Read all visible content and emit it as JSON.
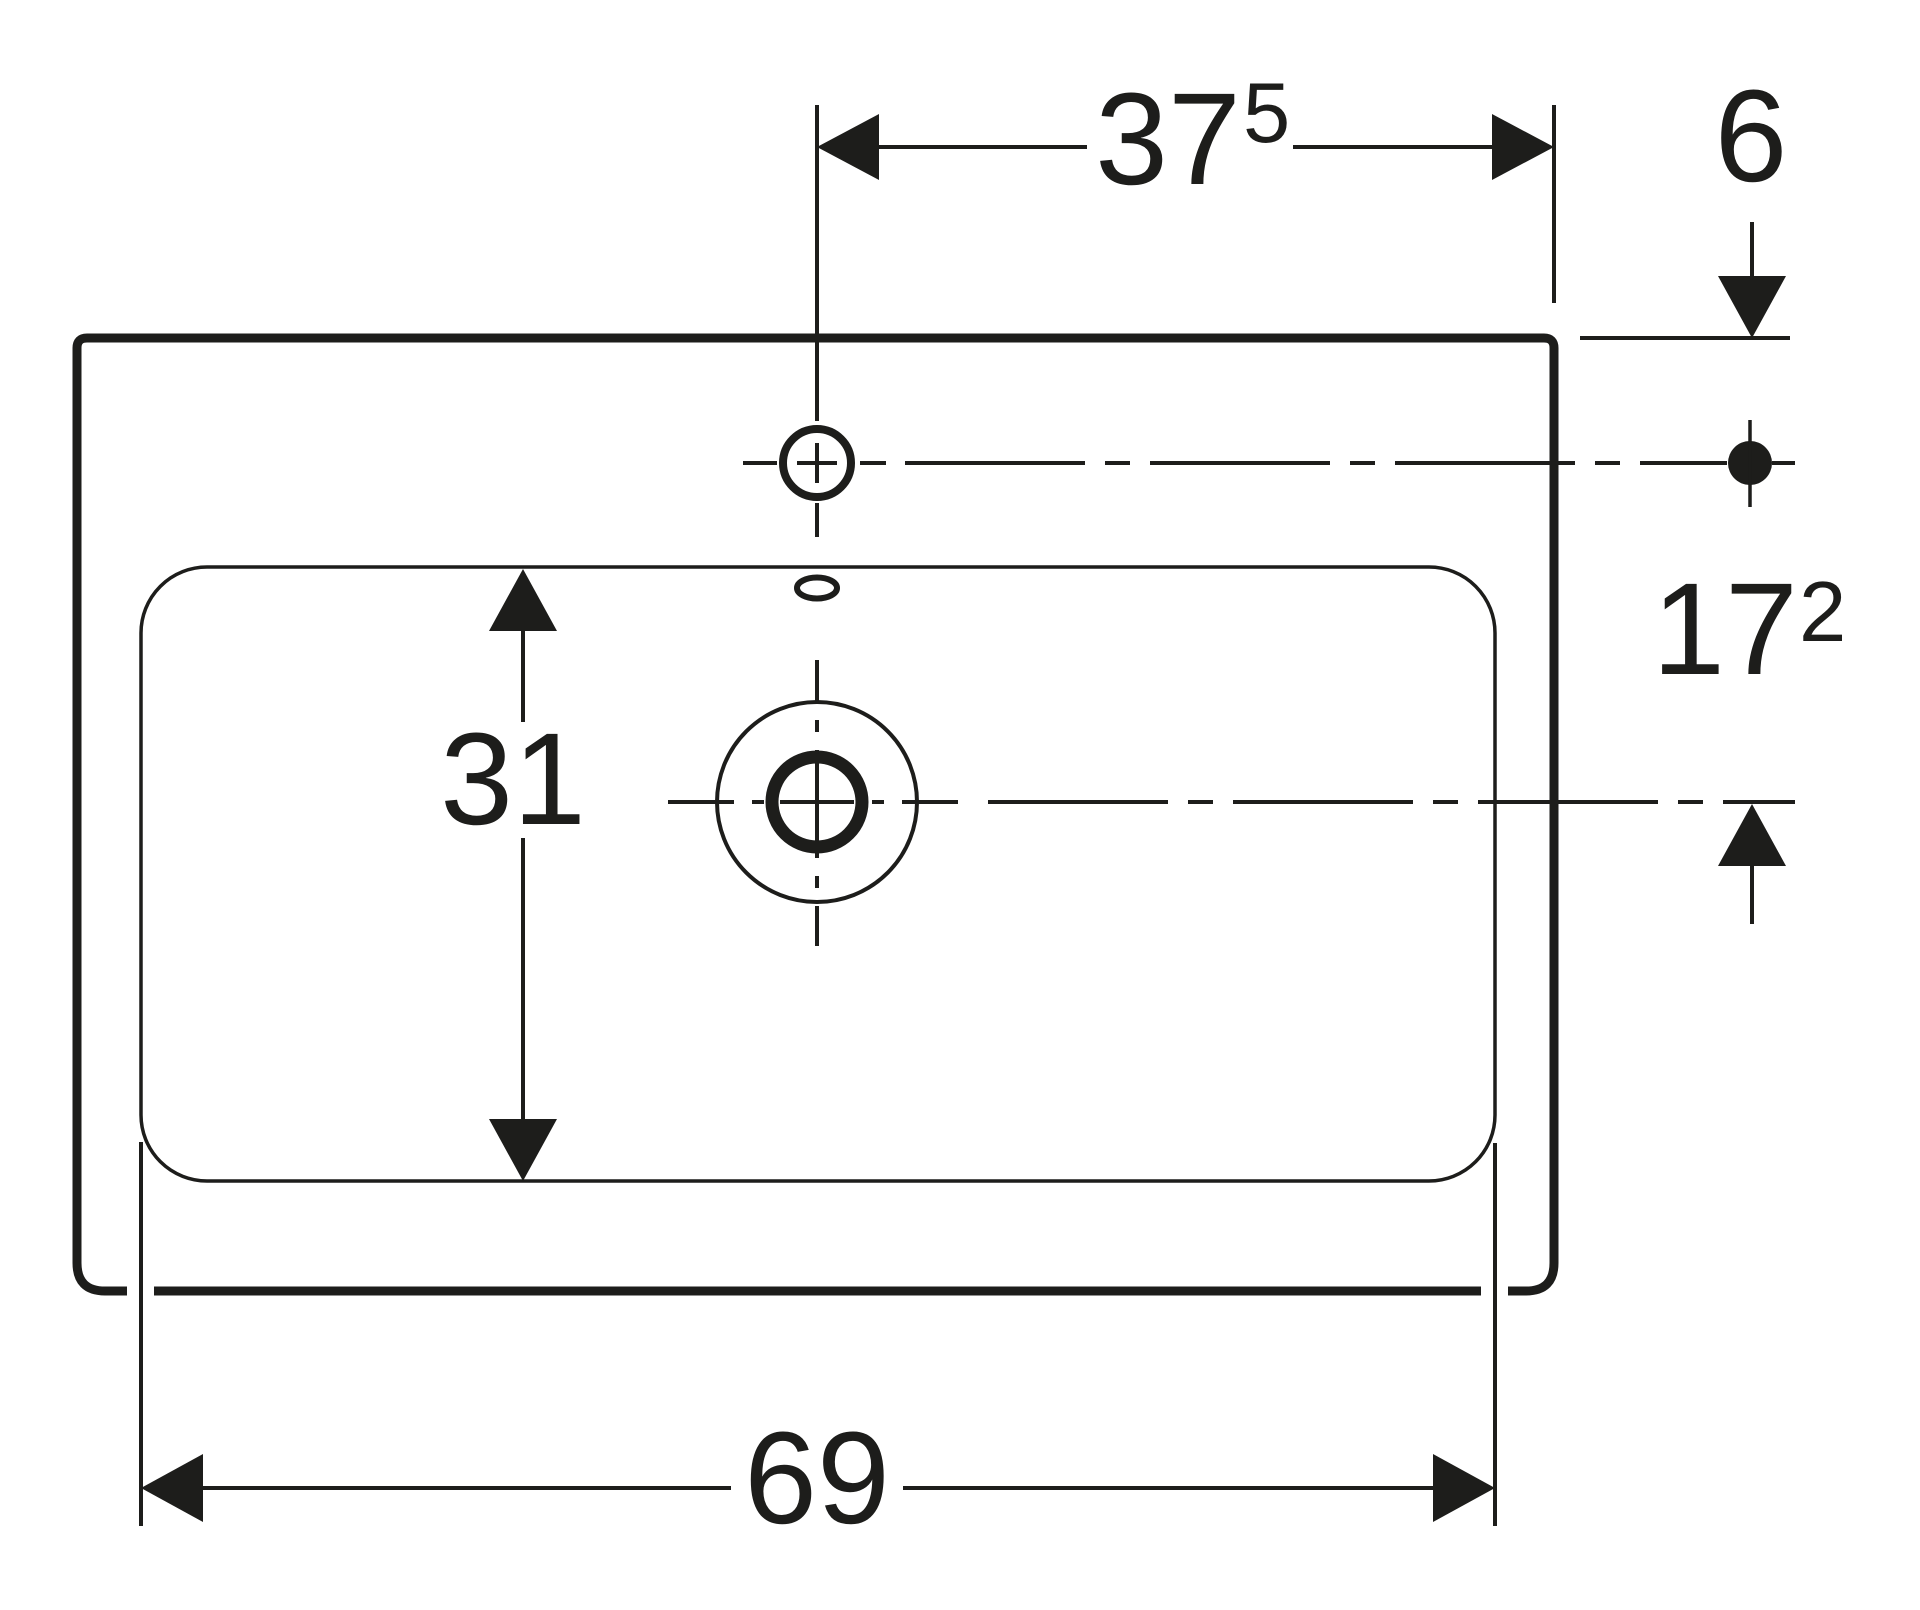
{
  "drawing": {
    "kind": "washbasin-top-view-dimension-drawing",
    "colors": {
      "line": "#1d1d1b",
      "background": "#ffffff"
    }
  },
  "dimensions": {
    "faucet_to_right_edge": {
      "value": "37",
      "superscript": "5"
    },
    "top_edge_to_faucet": {
      "value": "6"
    },
    "faucet_to_drain": {
      "value": "17",
      "superscript": "2"
    },
    "basin_depth": {
      "value": "31"
    },
    "basin_width": {
      "value": "69"
    }
  }
}
